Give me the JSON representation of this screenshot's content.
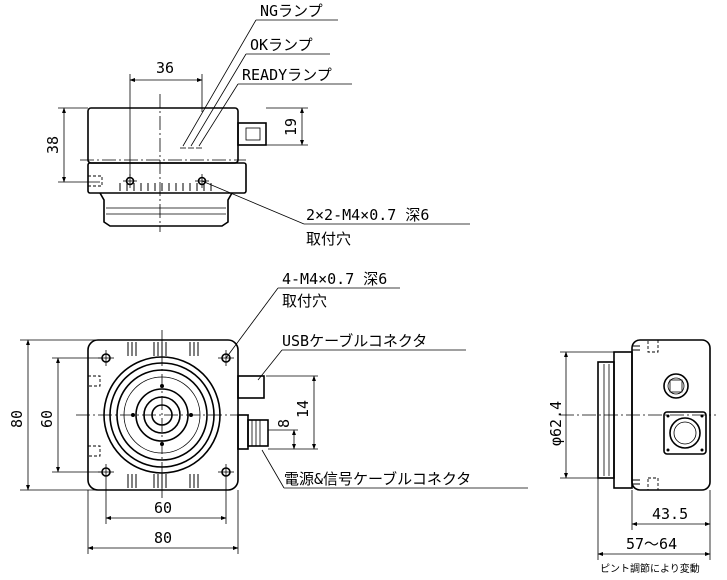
{
  "top_view": {
    "ng_lamp": "NGランプ",
    "ok_lamp": "OKランプ",
    "ready_lamp": "READYランプ",
    "dim_36": "36",
    "dim_38": "38",
    "dim_19": "19",
    "hole_spec": "2×2-M4×0.7 深6",
    "hole_type": "取付穴"
  },
  "front_view": {
    "hole_spec": "4-M4×0.7 深6",
    "hole_type": "取付穴",
    "usb_connector": "USBケーブルコネクタ",
    "power_connector": "電源&信号ケーブルコネクタ",
    "dim_80_height": "80",
    "dim_60_height": "60",
    "dim_14": "14",
    "dim_8": "8",
    "dim_60_width": "60",
    "dim_80_width": "80"
  },
  "side_view": {
    "dim_diameter": "φ62.4",
    "dim_43_5": "43.5",
    "dim_57_64": "57〜64",
    "focus_note": "ピント調節により変動"
  }
}
